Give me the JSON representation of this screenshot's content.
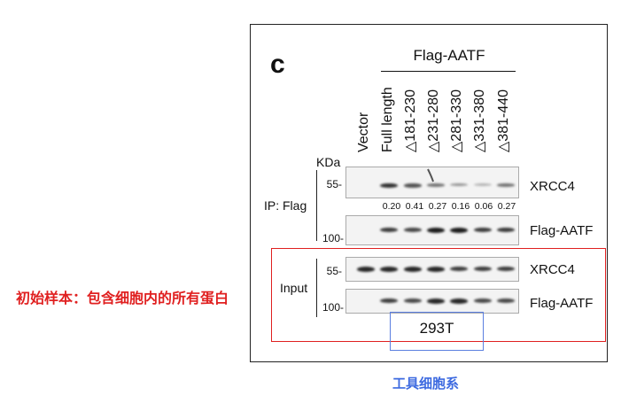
{
  "panel_letter": "c",
  "construct_header": "Flag-AATF",
  "lane_labels": [
    "Vector",
    "Full length",
    "△181-230",
    "△231-280",
    "△281-330",
    "△331-380",
    "△381-440"
  ],
  "kda_label": "KDa",
  "ip_label": "IP: Flag",
  "input_label": "Input",
  "blots": [
    {
      "id": "ip-xrcc4",
      "mw": "55-",
      "label": "XRCC4",
      "band_intensity": [
        0,
        0.9,
        0.75,
        0.6,
        0.45,
        0.3,
        0.6
      ]
    },
    {
      "id": "ip-aatf",
      "mw": "100-",
      "label": "Flag-AATF",
      "band_intensity": [
        0,
        0.85,
        0.8,
        1.0,
        1.0,
        0.85,
        0.85
      ]
    },
    {
      "id": "input-xrcc4",
      "mw": "55-",
      "label": "XRCC4",
      "band_intensity": [
        0.95,
        0.95,
        0.95,
        0.95,
        0.85,
        0.85,
        0.85
      ]
    },
    {
      "id": "input-aatf",
      "mw": "100-",
      "label": "Flag-AATF",
      "band_intensity": [
        0,
        0.85,
        0.8,
        0.95,
        0.95,
        0.8,
        0.8
      ]
    }
  ],
  "quantification": [
    "0.20",
    "0.41",
    "0.27",
    "0.16",
    "0.06",
    "0.27"
  ],
  "cell_line": "293T",
  "annotations": {
    "red_note": "初始样本：包含细胞内的所有蛋白",
    "blue_note": "工具细胞系",
    "red_color": "#e02020",
    "blue_color": "#5b7fe0"
  }
}
